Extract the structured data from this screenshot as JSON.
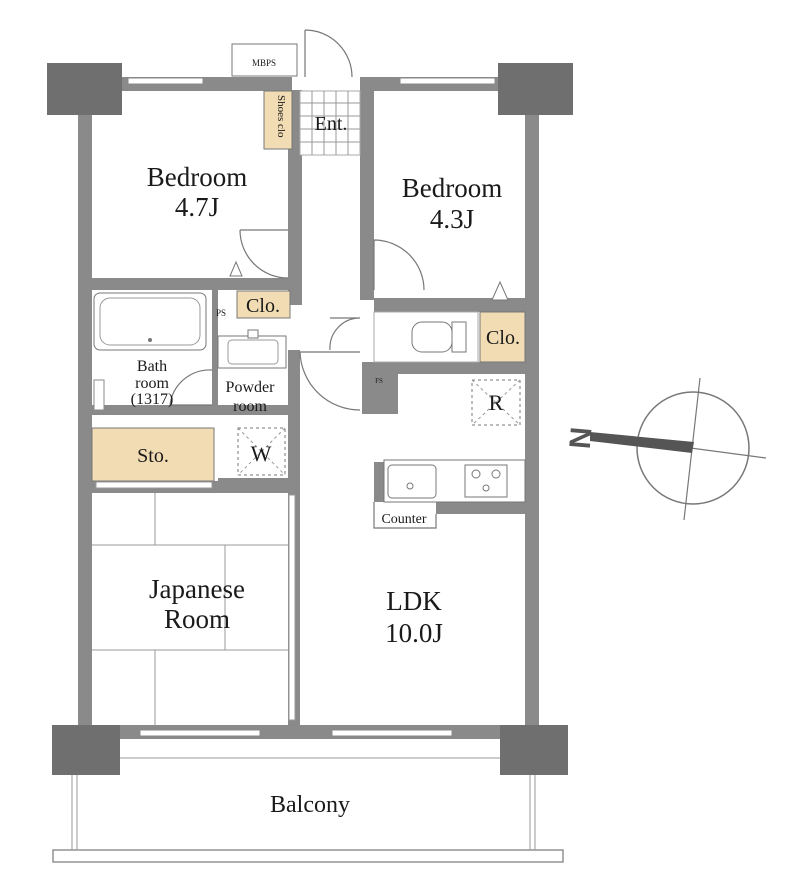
{
  "rooms": {
    "bedroom_west": {
      "name": "Bedroom",
      "size": "4.7J"
    },
    "bedroom_east": {
      "name": "Bedroom",
      "size": "4.3J"
    },
    "japanese": {
      "name_line1": "Japanese",
      "name_line2": "Room"
    },
    "ldk": {
      "name": "LDK",
      "size": "10.0J"
    },
    "bath": {
      "line1": "Bath",
      "line2": "room",
      "line3": "(1317)"
    },
    "powder": {
      "line1": "Powder",
      "line2": "room"
    },
    "entrance": "Ent.",
    "shoes": "Shoes clo",
    "balcony": "Balcony"
  },
  "labels": {
    "mbps": "MBPS",
    "ps": "PS",
    "fs": "FS",
    "clo_west": "Clo.",
    "clo_east": "Clo.",
    "storage": "Sto.",
    "washer": "W",
    "refrigerator": "R",
    "counter": "Counter",
    "compass": "N"
  },
  "colors": {
    "wall": "#8a8a8a",
    "column": "#6f6f6f",
    "closet": "#f2dcb4",
    "compass_bar": "#555555"
  }
}
